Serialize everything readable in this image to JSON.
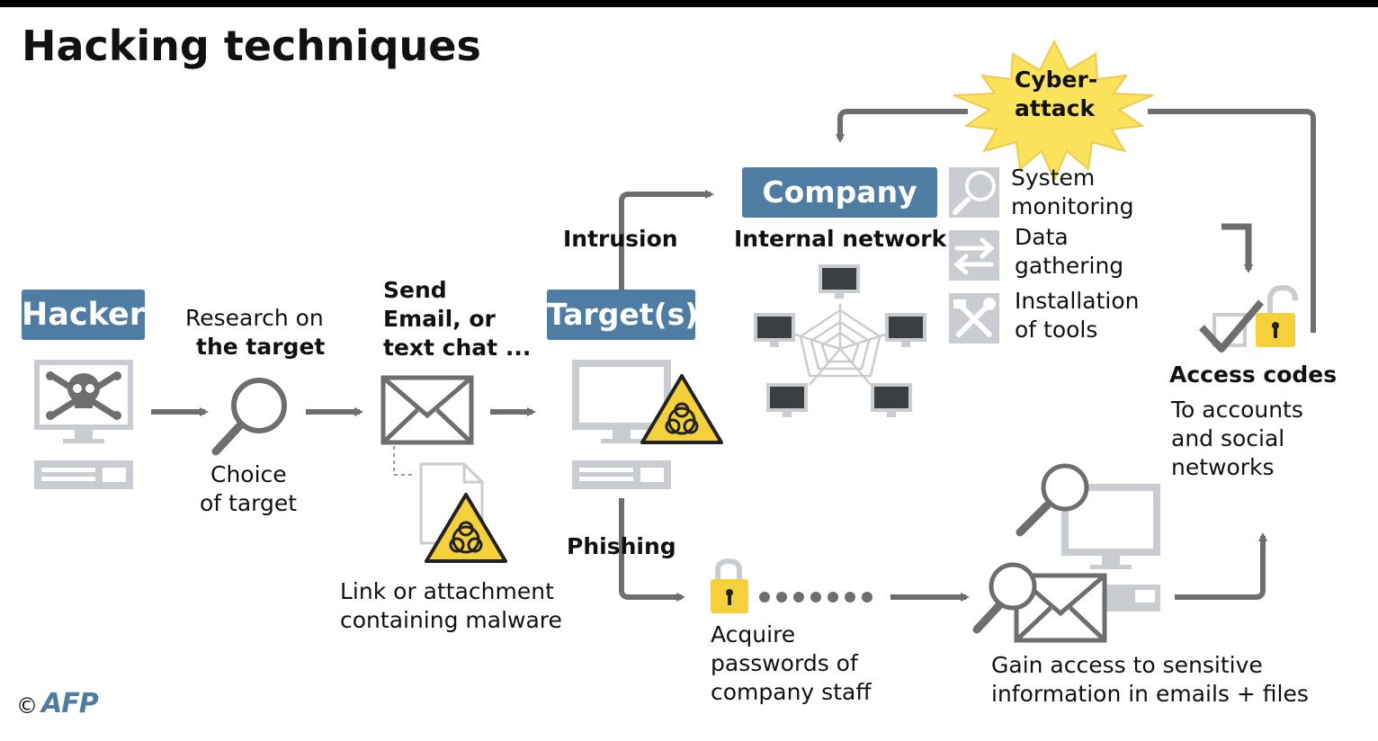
{
  "title": "Hacking techniques",
  "hacker": {
    "label": "Hacker"
  },
  "research": {
    "line1": "Research on",
    "line2": "the target"
  },
  "choice": {
    "line1": "Choice",
    "line2": "of target"
  },
  "send": {
    "line1": "Send",
    "line2": "Email, or",
    "line3": "text chat ..."
  },
  "malware": {
    "line1": "Link or attachment",
    "line2": "containing malware"
  },
  "targets": {
    "label": "Target(s)"
  },
  "intrusion": "Intrusion",
  "phishing": "Phishing",
  "company": {
    "label": "Company",
    "internal": "Internal network"
  },
  "actions": [
    {
      "icon": "magnifier-icon",
      "line1": "System",
      "line2": "monitoring"
    },
    {
      "icon": "exchange-arrows-icon",
      "line1": "Data",
      "line2": "gathering"
    },
    {
      "icon": "tools-icon",
      "line1": "Installation",
      "line2": "of tools"
    }
  ],
  "cyberattack": {
    "line1": "Cyber-",
    "line2": "attack"
  },
  "access": {
    "title": "Access codes",
    "line1": "To accounts",
    "line2": "and social",
    "line3": "networks"
  },
  "passwords": {
    "line1": "Acquire",
    "line2": "passwords of",
    "line3": "company staff"
  },
  "sensitive": {
    "line1": "Gain access to sensitive",
    "line2": "information in emails + files"
  },
  "credit": {
    "symbol": "©",
    "logo": "AFP"
  },
  "colors": {
    "blue": "#4f7ca3",
    "gray": "#6e6e6e",
    "lightgray": "#c9ccd0",
    "yellow": "#f4d13b",
    "star": "#fbe35b"
  }
}
